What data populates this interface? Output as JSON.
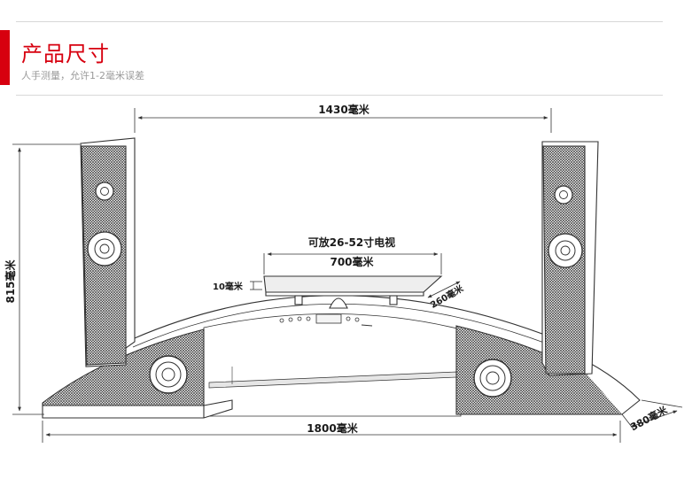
{
  "header": {
    "title": "产品尺寸",
    "subtitle": "人手测量，允许1-2毫米误差"
  },
  "dimensions": {
    "top_width": "1430毫米",
    "height": "815毫米",
    "bottom_width": "1800毫米",
    "depth": "380毫米",
    "tv_range": "可放26-52寸电视",
    "shelf_width": "700毫米",
    "shelf_depth": "260毫米",
    "shelf_thickness": "10毫米"
  },
  "colors": {
    "accent": "#d7000f",
    "line": "#333333",
    "mesh": "#2b2b2b"
  }
}
